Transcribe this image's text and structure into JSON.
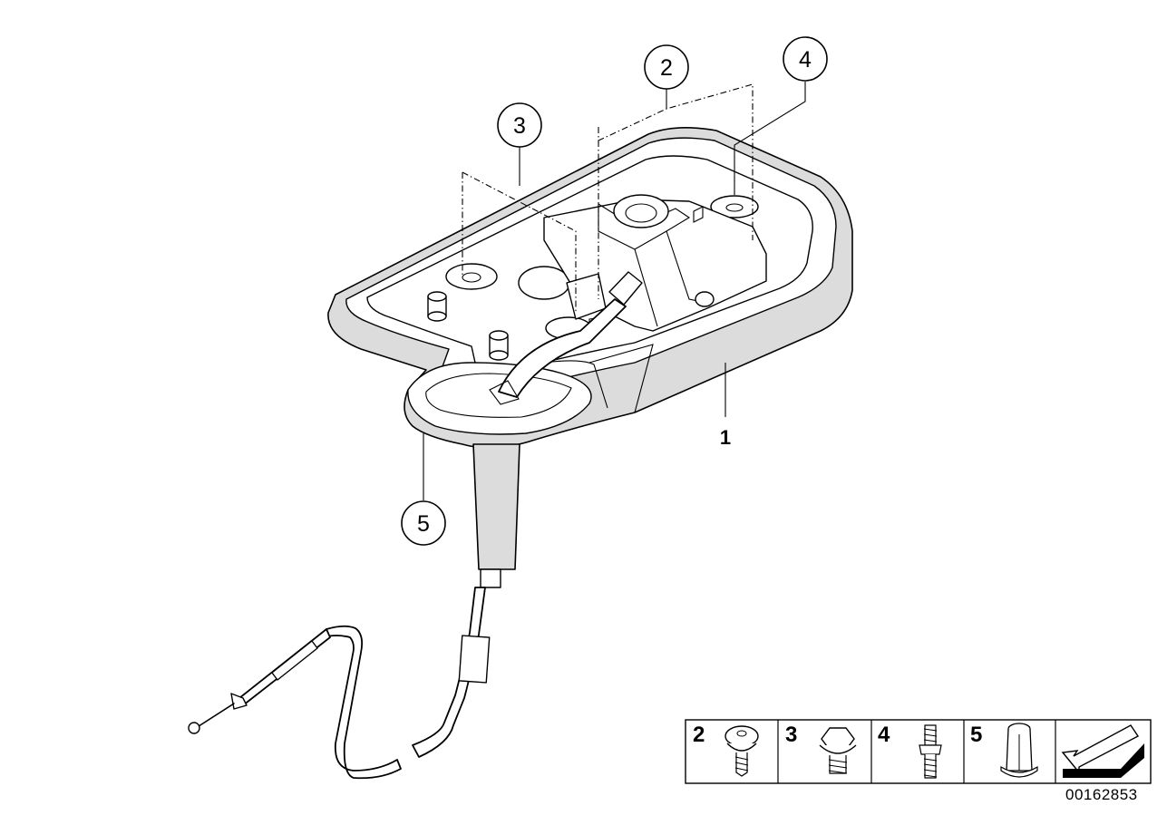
{
  "callouts": [
    {
      "id": "1",
      "label": "1"
    },
    {
      "id": "2",
      "label": "2"
    },
    {
      "id": "3",
      "label": "3"
    },
    {
      "id": "4",
      "label": "4"
    },
    {
      "id": "5",
      "label": "5"
    }
  ],
  "legend": {
    "items": [
      {
        "label": "2",
        "icon": "screw-icon"
      },
      {
        "label": "3",
        "icon": "hex-bolt-icon"
      },
      {
        "label": "4",
        "icon": "stud-bolt-icon"
      },
      {
        "label": "5",
        "icon": "hex-nut-icon"
      }
    ],
    "arrow_icon": "direction-arrow-icon"
  },
  "drawing_id": "00162853"
}
